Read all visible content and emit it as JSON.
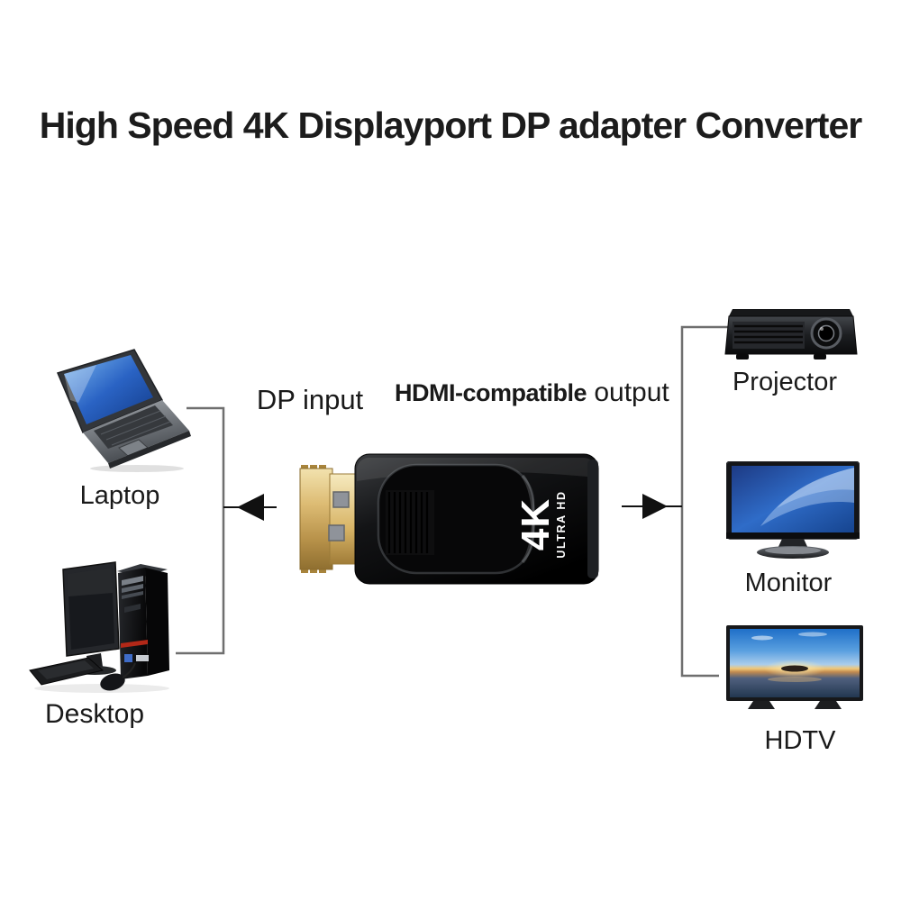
{
  "title": "High Speed 4K Displayport DP adapter Converter",
  "adapter": {
    "badge_main": "4K",
    "badge_sub": "ULTRA HD",
    "input_label": "DP input",
    "output_label_strong": "HDMI-compatible",
    "output_label_rest": " output"
  },
  "devices": {
    "laptop": "Laptop",
    "desktop": "Desktop",
    "projector": "Projector",
    "monitor": "Monitor",
    "hdtv": "HDTV"
  },
  "colors": {
    "title_text": "#1c1c1c",
    "label_text": "#1a1a1a",
    "line": "#6f6f6f",
    "arrow": "#111111",
    "badge_text": "#ffffff",
    "connector_gold": "#d0a85c",
    "adapter_body": "#0a0a0a",
    "screen_blue": "#2e6fd8",
    "sunset_orange": "#f0b060"
  }
}
